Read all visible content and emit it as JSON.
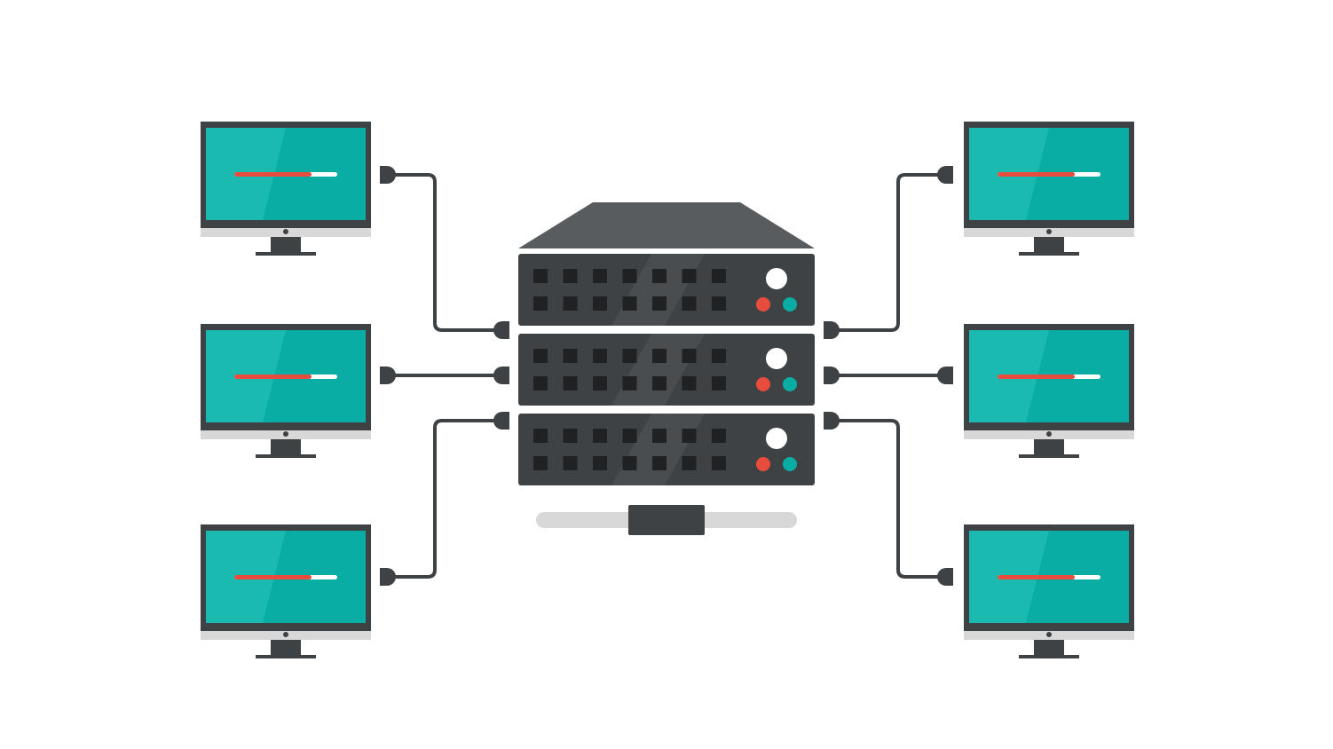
{
  "colors": {
    "background": "#ffffff",
    "frame": "#3f4244",
    "screen": "#0aada3",
    "screen_highlight": "#1bbab0",
    "chin": "#d8d8d8",
    "progress_fill": "#e84c3d",
    "progress_track": "#ffffff",
    "server_body": "#3f4244",
    "server_top": "#585c5e",
    "server_port": "#1f2123",
    "led_white": "#ffffff",
    "led_red": "#e84c3d",
    "led_teal": "#0aada3",
    "cable": "#3f4244",
    "base_rail": "#d8d8d8"
  },
  "icons": {
    "monitor": "desktop-monitor-icon",
    "server": "server-rack-icon",
    "plug": "cable-plug-icon"
  },
  "monitors": [
    {
      "id": "top-left",
      "progress": 0.75
    },
    {
      "id": "middle-left",
      "progress": 0.75
    },
    {
      "id": "bottom-left",
      "progress": 0.75
    },
    {
      "id": "top-right",
      "progress": 0.75
    },
    {
      "id": "middle-right",
      "progress": 0.75
    },
    {
      "id": "bottom-right",
      "progress": 0.75
    }
  ],
  "server": {
    "units": [
      {
        "id": "unit-1",
        "ports_per_row": 7,
        "rows": 2,
        "leds": [
          "white",
          "red",
          "teal"
        ]
      },
      {
        "id": "unit-2",
        "ports_per_row": 7,
        "rows": 2,
        "leds": [
          "white",
          "red",
          "teal"
        ]
      },
      {
        "id": "unit-3",
        "ports_per_row": 7,
        "rows": 2,
        "leds": [
          "white",
          "red",
          "teal"
        ]
      }
    ]
  },
  "connections": [
    {
      "monitor": "top-left",
      "server_unit": "unit-1"
    },
    {
      "monitor": "middle-left",
      "server_unit": "unit-2"
    },
    {
      "monitor": "bottom-left",
      "server_unit": "unit-3"
    },
    {
      "monitor": "top-right",
      "server_unit": "unit-1"
    },
    {
      "monitor": "middle-right",
      "server_unit": "unit-2"
    },
    {
      "monitor": "bottom-right",
      "server_unit": "unit-3"
    }
  ]
}
